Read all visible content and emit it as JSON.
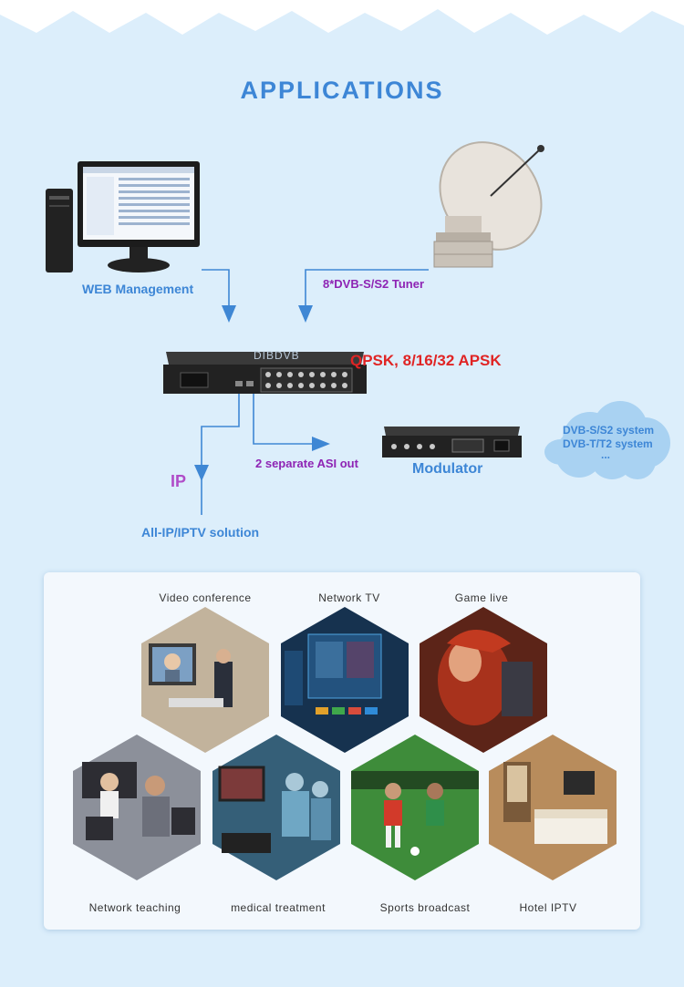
{
  "title": "APPLICATIONS",
  "diagram": {
    "web_management": "WEB Management",
    "tuner": "8*DVB-S/S2 Tuner",
    "modulation": "QPSK, 8/16/32 APSK",
    "asi_out": "2 separate ASI out",
    "modulator": "Modulator",
    "ip": "IP",
    "iptv": "All-IP/IPTV solution",
    "cloud": {
      "line1": "DVB-S/S2 system",
      "line2": "DVB-T/T2 system",
      "line3": "..."
    },
    "device_brand": "DIBDVB"
  },
  "applications": [
    {
      "label": "Video conference",
      "color": "#b8a48a"
    },
    {
      "label": "Network TV",
      "color": "#1d4f7a"
    },
    {
      "label": "Game live",
      "color": "#7a3020"
    },
    {
      "label": "Network teaching",
      "color": "#8a8f99"
    },
    {
      "label": "medical treatment",
      "color": "#3f6f8a"
    },
    {
      "label": "Sports broadcast",
      "color": "#3f8a3a"
    },
    {
      "label": "Hotel IPTV",
      "color": "#b48a5a"
    }
  ]
}
